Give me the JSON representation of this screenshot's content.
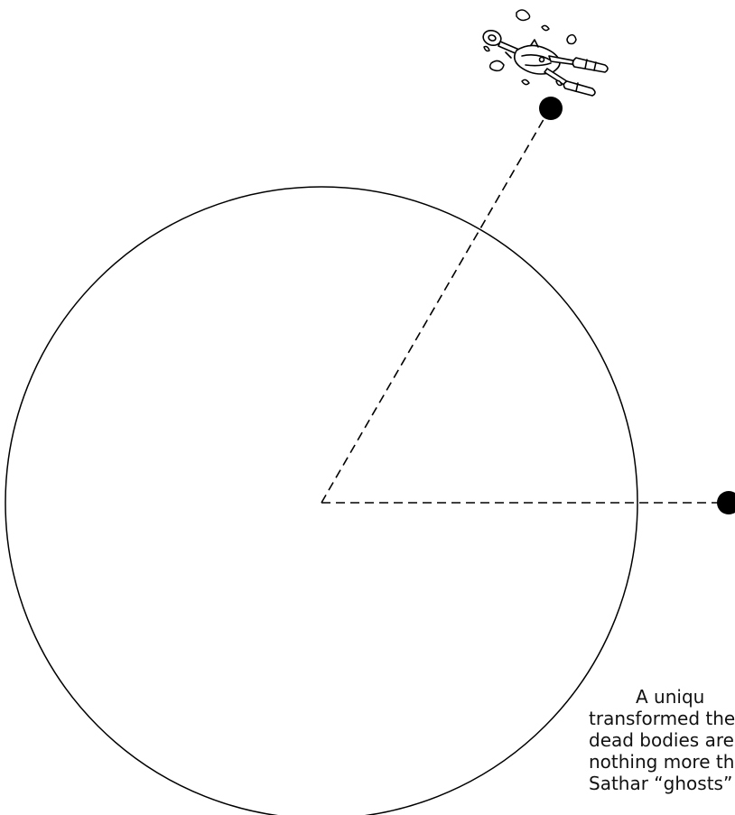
{
  "colors": {
    "ink": "#000000",
    "text": "#111111",
    "background": "#ffffff"
  },
  "icons": {
    "ship": "derelict-starship-icon",
    "debris": "debris-fragment-icon",
    "point": "filled-dot-icon"
  },
  "caption": {
    "lines": [
      "A uniqu",
      "transformed the",
      "dead bodies are",
      "nothing more th",
      "Sathar “ghosts”"
    ]
  }
}
